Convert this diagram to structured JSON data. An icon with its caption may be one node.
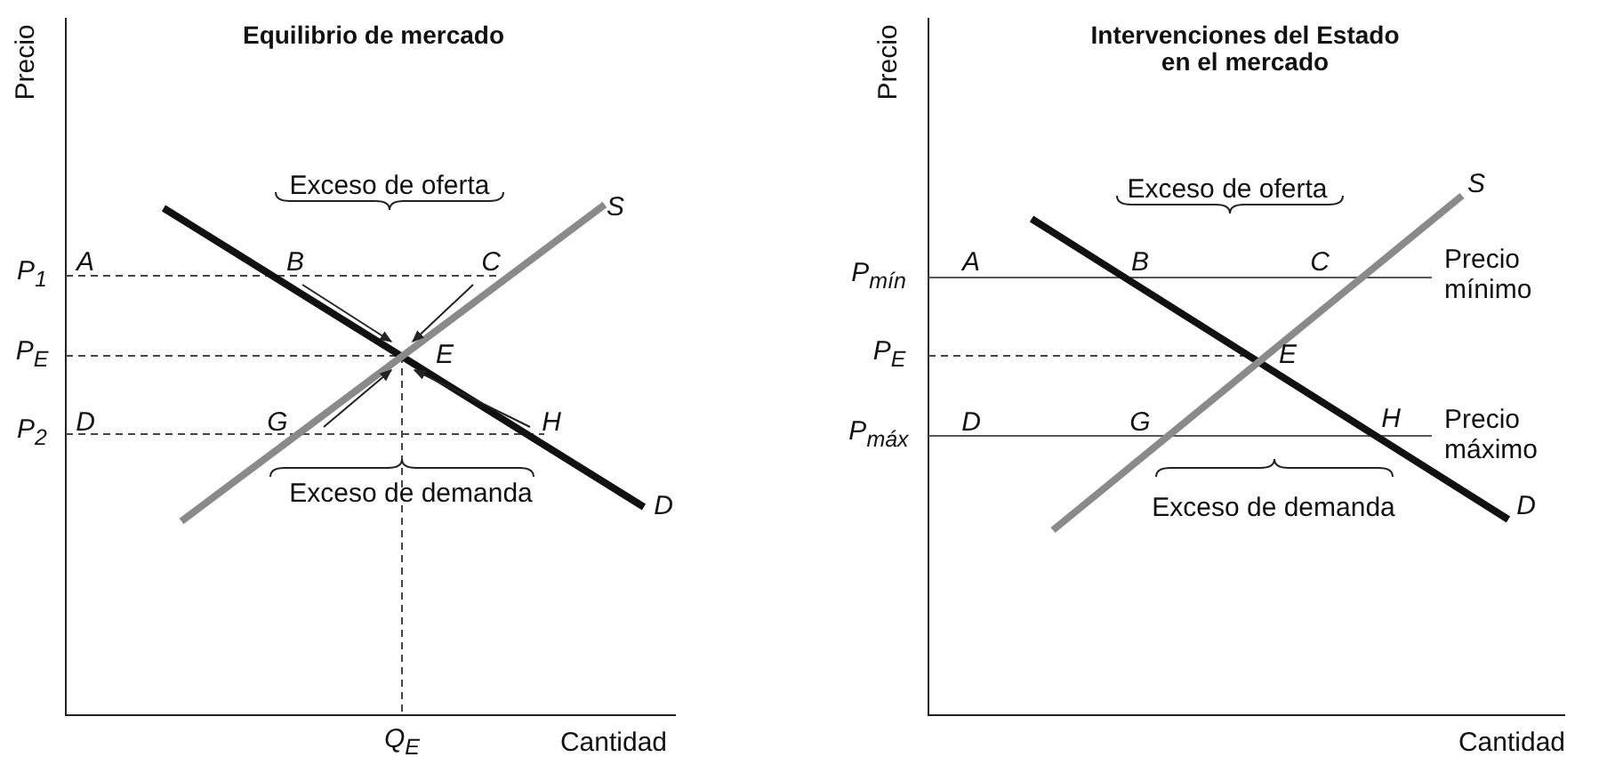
{
  "diagram": {
    "labels": [
      "Precio",
      "Equilibrio de mercado",
      "Exceso de oferta",
      "S",
      "P$_{1}$",
      "A",
      "B",
      "C",
      "P$_{E}$",
      "E",
      "P$_{2}$",
      "D",
      "G",
      "H",
      "Exceso de demanda",
      "D",
      "Q$_{E}$",
      "Cantidad",
      "Precio",
      "Intervenciones del Estado en el mercado",
      "Exceso de oferta",
      "S",
      "P$_{mín}$",
      "A",
      "B",
      "C",
      "Precio mínimo",
      "E",
      "P$_{E}$",
      "P$_{máx}$",
      "D",
      "G",
      "H",
      "Precio máximo",
      "Exceso de demanda",
      "D",
      "Cantidad"
    ]
  }
}
